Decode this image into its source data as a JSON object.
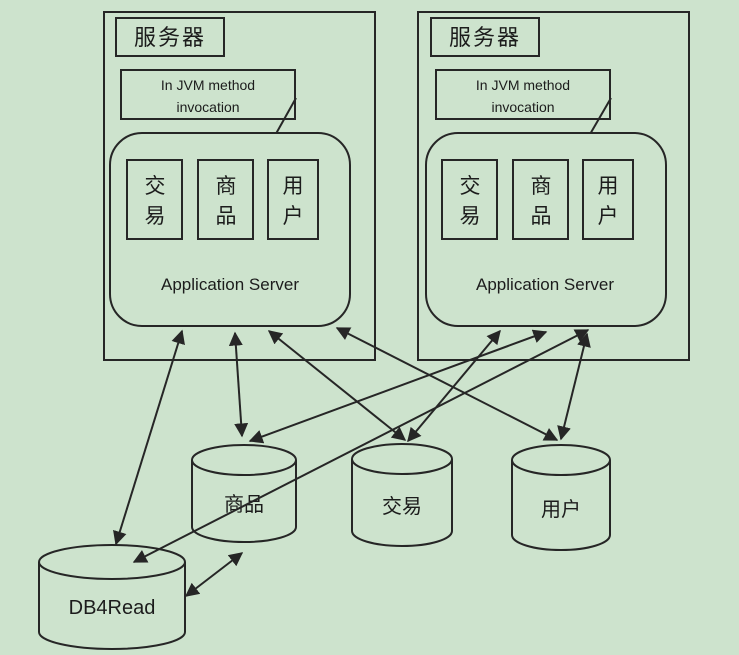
{
  "servers": [
    {
      "title": "服务器",
      "jvm_lines": [
        "In JVM method",
        "invocation"
      ],
      "modules": [
        [
          "交",
          "易"
        ],
        [
          "商",
          "品"
        ],
        [
          "用",
          "户"
        ]
      ],
      "app_server": "Application Server"
    },
    {
      "title": "服务器",
      "jvm_lines": [
        "In JVM method",
        "invocation"
      ],
      "modules": [
        [
          "交",
          "易"
        ],
        [
          "商",
          "品"
        ],
        [
          "用",
          "户"
        ]
      ],
      "app_server": "Application Server"
    }
  ],
  "databases": {
    "goods": "商品",
    "trade": "交易",
    "user": "用户",
    "read": "DB4Read"
  }
}
